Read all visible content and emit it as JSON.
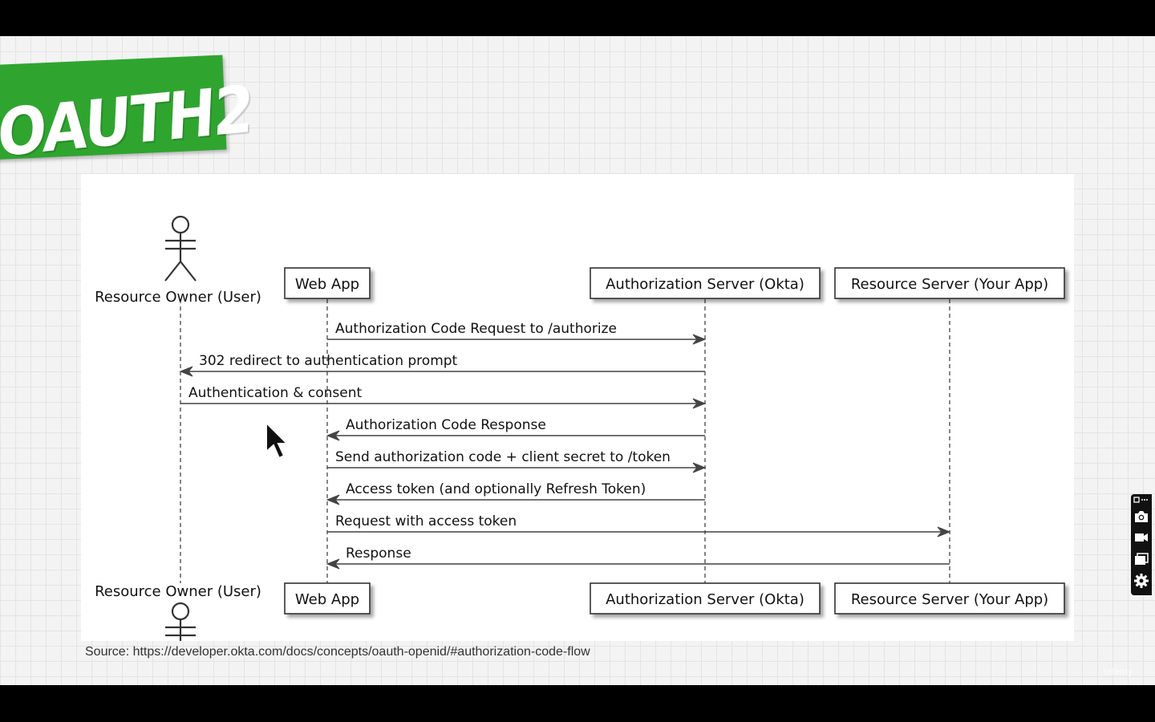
{
  "slide": {
    "title": "OAUTH2",
    "source_text": "Source: https://developer.okta.com/docs/concepts/oauth-openid/#authorization-code-flow",
    "watermark_text": "udemy"
  },
  "diagram": {
    "participants": [
      {
        "id": "user",
        "label": "Resource Owner (User)",
        "kind": "actor"
      },
      {
        "id": "webapp",
        "label": "Web App",
        "kind": "box"
      },
      {
        "id": "authz",
        "label": "Authorization Server (Okta)",
        "kind": "box"
      },
      {
        "id": "resource",
        "label": "Resource Server (Your App)",
        "kind": "box"
      }
    ],
    "messages": [
      {
        "from": "webapp",
        "to": "authz",
        "label": "Authorization Code Request to /authorize"
      },
      {
        "from": "authz",
        "to": "user",
        "label": "302 redirect to authentication prompt"
      },
      {
        "from": "user",
        "to": "authz",
        "label": "Authentication & consent"
      },
      {
        "from": "authz",
        "to": "webapp",
        "label": "Authorization Code Response"
      },
      {
        "from": "webapp",
        "to": "authz",
        "label": "Send authorization code + client secret to /token"
      },
      {
        "from": "authz",
        "to": "webapp",
        "label": "Access token (and optionally Refresh Token)"
      },
      {
        "from": "webapp",
        "to": "resource",
        "label": "Request with access token"
      },
      {
        "from": "resource",
        "to": "webapp",
        "label": "Response"
      }
    ]
  },
  "toolbar": {
    "items": [
      {
        "name": "pip-icon"
      },
      {
        "name": "camera-icon"
      },
      {
        "name": "video-camera-icon"
      },
      {
        "name": "window-icon"
      },
      {
        "name": "gear-icon"
      }
    ]
  },
  "colors": {
    "banner_green": "#2fa52f",
    "page_black": "#000000",
    "line_gray": "#444444"
  }
}
